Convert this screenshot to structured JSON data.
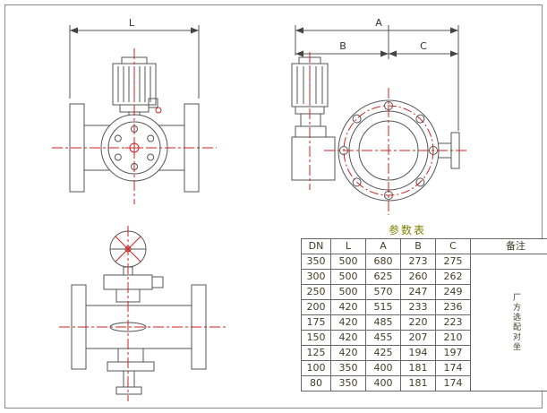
{
  "colors": {
    "line": "#555555",
    "centerline_red": "#cc2222",
    "title_olive": "#808000"
  },
  "dims": {
    "L": "L",
    "A": "A",
    "B": "B",
    "C": "C"
  },
  "table": {
    "title": "参数表",
    "headers": [
      "DN",
      "L",
      "A",
      "B",
      "C",
      "备注"
    ],
    "remark": "厂方选配对坐",
    "rows": [
      {
        "dn": "350",
        "l": "500",
        "a": "680",
        "b": "273",
        "c": "275"
      },
      {
        "dn": "300",
        "l": "500",
        "a": "625",
        "b": "260",
        "c": "262"
      },
      {
        "dn": "250",
        "l": "500",
        "a": "570",
        "b": "247",
        "c": "249"
      },
      {
        "dn": "200",
        "l": "420",
        "a": "515",
        "b": "233",
        "c": "236"
      },
      {
        "dn": "175",
        "l": "420",
        "a": "485",
        "b": "220",
        "c": "223"
      },
      {
        "dn": "150",
        "l": "420",
        "a": "455",
        "b": "207",
        "c": "210"
      },
      {
        "dn": "125",
        "l": "420",
        "a": "425",
        "b": "194",
        "c": "197"
      },
      {
        "dn": "100",
        "l": "350",
        "a": "400",
        "b": "181",
        "c": "174"
      },
      {
        "dn": "80",
        "l": "350",
        "a": "400",
        "b": "181",
        "c": "174"
      }
    ]
  }
}
